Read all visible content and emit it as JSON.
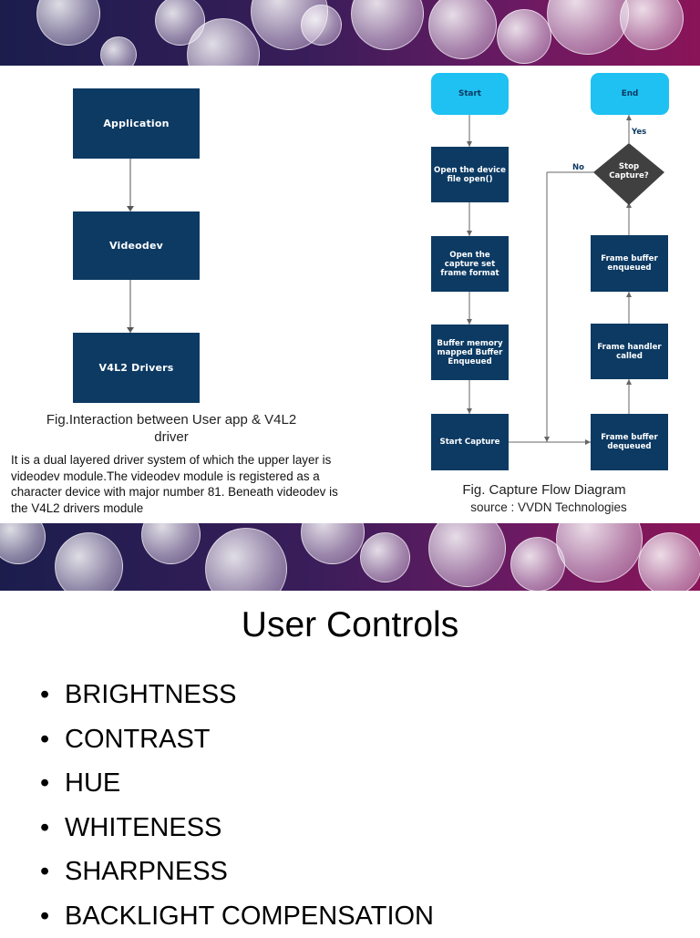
{
  "left_diagram": {
    "boxes": [
      "Application",
      "Videodev",
      "V4L2 Drivers"
    ],
    "caption": "Fig.Interaction between User app & V4L2 driver",
    "paragraph": "It is a dual layered driver system of which the upper layer is videodev module.The videodev module is registered as a character device with major number 81. Beneath videodev is the V4L2 drivers module"
  },
  "flowchart": {
    "start": "Start",
    "end": "End",
    "steps_left": [
      "Open the device file open()",
      "Open the capture set frame format",
      "Buffer memory mapped Buffer Enqueued",
      "Start Capture"
    ],
    "steps_right": [
      "Frame buffer dequeued",
      "Frame handler called",
      "Frame buffer enqueued"
    ],
    "decision": "Stop Capture?",
    "yes_label": "Yes",
    "no_label": "No",
    "caption": "Fig. Capture Flow Diagram",
    "source": "source : VVDN Technologies"
  },
  "user_controls": {
    "title": "User Controls",
    "bullet": "•",
    "items": [
      "BRIGHTNESS",
      "CONTRAST",
      "HUE",
      "WHITENESS",
      "SHARPNESS",
      "BACKLIGHT COMPENSATION"
    ]
  },
  "colors": {
    "box": "#0c3a63",
    "terminal": "#1ec1f2",
    "decision": "#404040",
    "banner_left": "#1b1d4d",
    "banner_right": "#8a1458"
  }
}
